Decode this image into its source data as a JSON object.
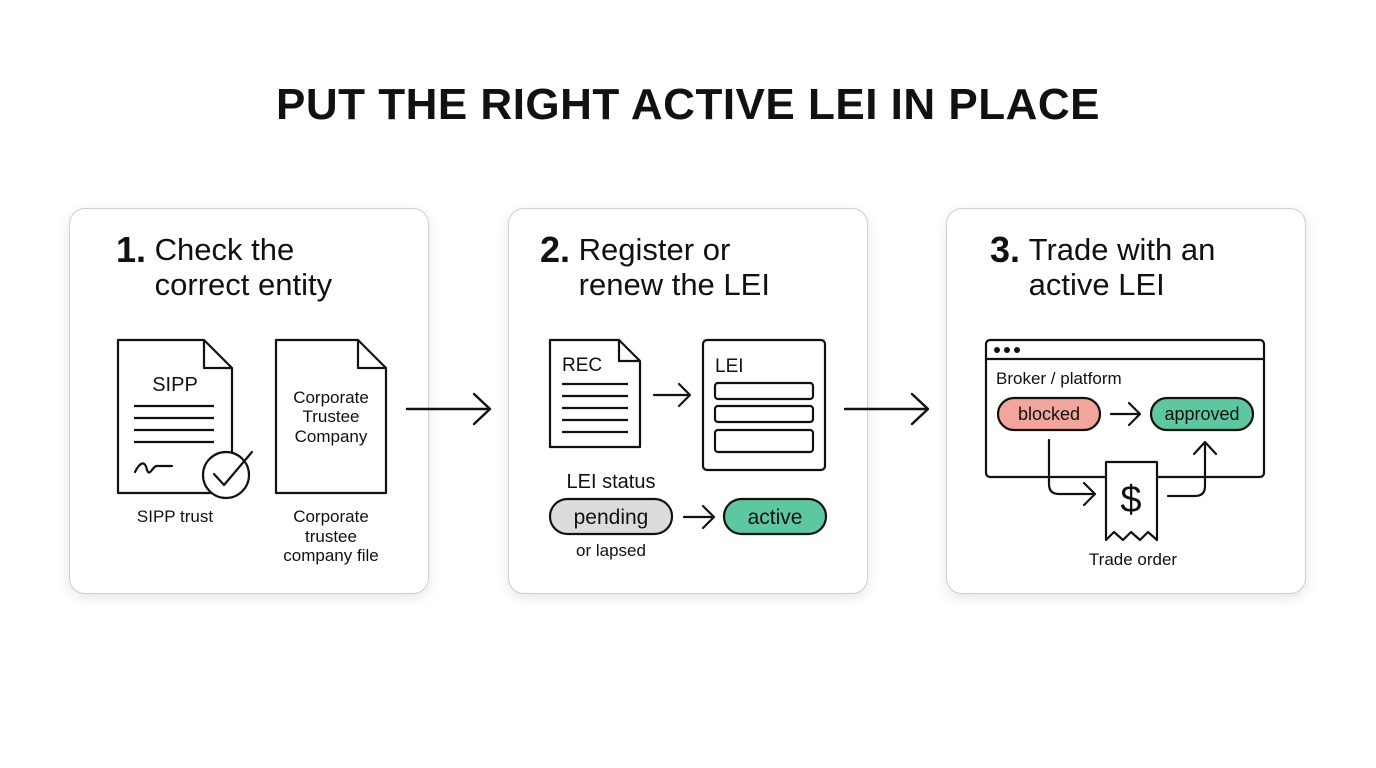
{
  "title": "PUT THE RIGHT ACTIVE LEI IN PLACE",
  "colors": {
    "pending": "#dcdcdc",
    "active": "#5dc7a0",
    "blocked": "#f2a59a",
    "approved": "#5dc7a0",
    "stroke": "#111111"
  },
  "steps": [
    {
      "number": "1.",
      "line1": "Check the",
      "line2": "correct entity",
      "doc1_label": "SIPP",
      "doc1_caption": "SIPP trust",
      "doc2_label": [
        "Corporate",
        "Trustee",
        "Company"
      ],
      "doc2_caption": [
        "Corporate",
        "trustee",
        "company file"
      ]
    },
    {
      "number": "2.",
      "line1": "Register or",
      "line2": "renew the LEI",
      "doc_label": "REC",
      "form_label": "LEI",
      "status_label": "LEI status",
      "pending_label": "pending",
      "pending_sub": "or lapsed",
      "active_label": "active"
    },
    {
      "number": "3.",
      "line1": "Trade with an",
      "line2": "active LEI",
      "window_label": "Broker / platform",
      "blocked_label": "blocked",
      "approved_label": "approved",
      "receipt_symbol": "$",
      "receipt_caption": "Trade order"
    }
  ]
}
